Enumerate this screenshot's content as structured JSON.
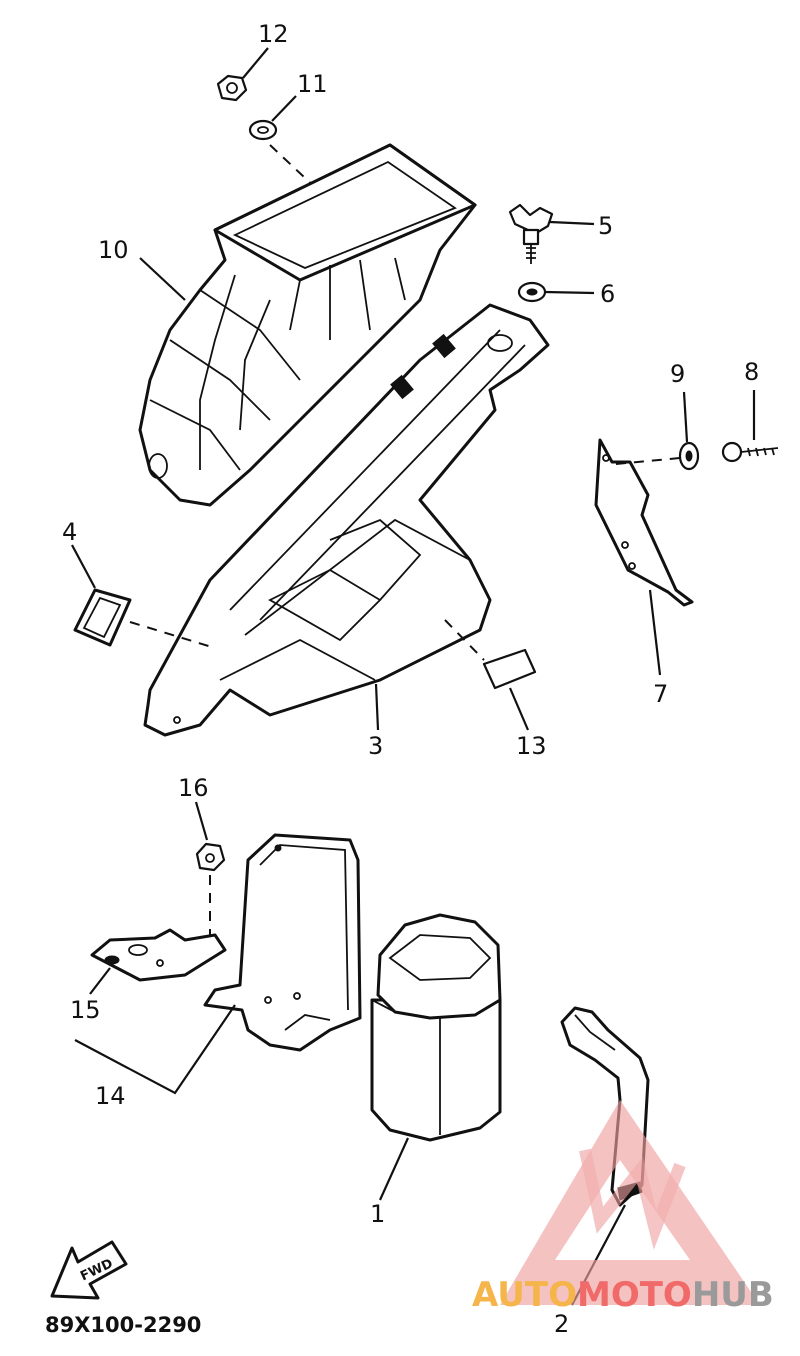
{
  "diagram": {
    "drawing_code": "89X100-2290",
    "fwd_label": "FWD",
    "callouts": [
      {
        "id": "1",
        "label": "1"
      },
      {
        "id": "2",
        "label": "2"
      },
      {
        "id": "3",
        "label": "3"
      },
      {
        "id": "4",
        "label": "4"
      },
      {
        "id": "5",
        "label": "5"
      },
      {
        "id": "6",
        "label": "6"
      },
      {
        "id": "7",
        "label": "7"
      },
      {
        "id": "8",
        "label": "8"
      },
      {
        "id": "9",
        "label": "9"
      },
      {
        "id": "10",
        "label": "10"
      },
      {
        "id": "11",
        "label": "11"
      },
      {
        "id": "12",
        "label": "12"
      },
      {
        "id": "13",
        "label": "13"
      },
      {
        "id": "14",
        "label": "14"
      },
      {
        "id": "15",
        "label": "15"
      },
      {
        "id": "16",
        "label": "16"
      }
    ]
  },
  "watermark": {
    "part1": "AUTO",
    "part2": "MOTO",
    "part3": "HUB",
    "colors": {
      "triangle": "#f0a0a0",
      "auto": "#f5b54a",
      "moto": "#f06a6a",
      "hub": "#9a9a9a"
    }
  }
}
